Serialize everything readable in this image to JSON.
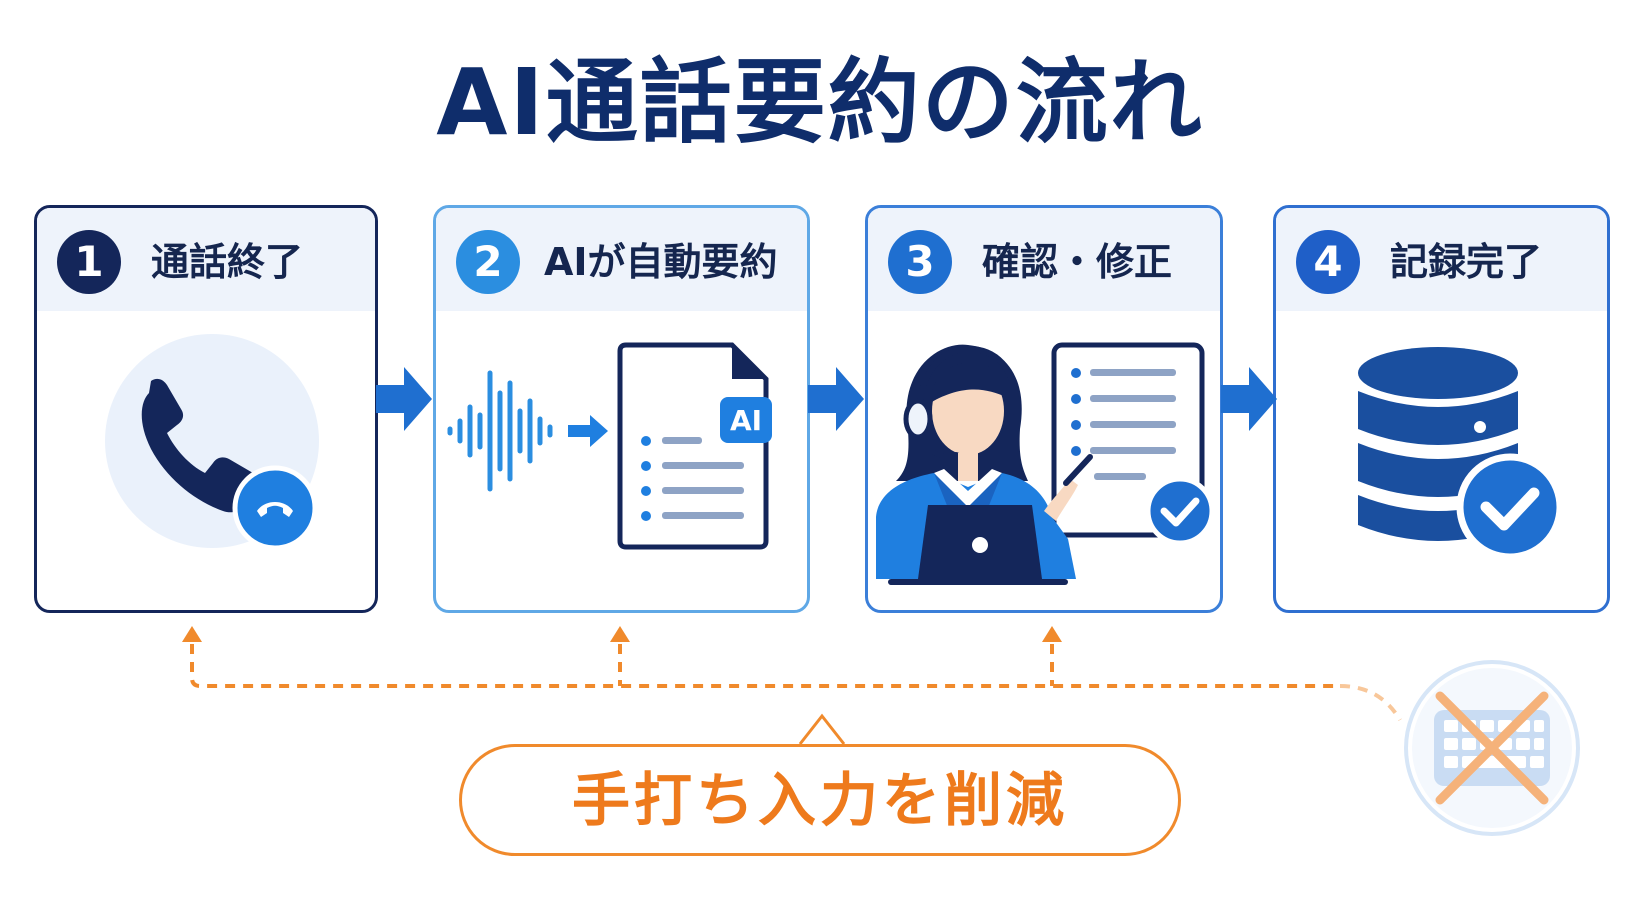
{
  "title": "AI通話要約の流れ",
  "steps": [
    {
      "number": "1",
      "label": "通話終了",
      "icon": "phone-hangup-icon",
      "color": "#14265a"
    },
    {
      "number": "2",
      "label": "AIが自動要約",
      "icon": "audio-to-document-icon",
      "color": "#2b8ee0"
    },
    {
      "number": "3",
      "label": "確認・修正",
      "icon": "operator-review-icon",
      "color": "#1f6fd0"
    },
    {
      "number": "4",
      "label": "記録完了",
      "icon": "database-check-icon",
      "color": "#1f5fc8"
    }
  ],
  "doc_badge": "AI",
  "callout": {
    "text": "手打ち入力を削減",
    "icon": "keyboard-crossed-icon",
    "color": "#ee7a1c"
  },
  "colors": {
    "navy": "#14265a",
    "blue": "#1f6fd0",
    "light_blue": "#e8f1fc",
    "orange": "#f08a2c"
  }
}
